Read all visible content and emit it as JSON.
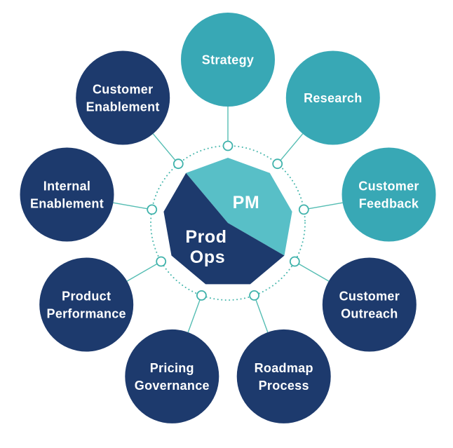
{
  "diagram": {
    "colors": {
      "background": "#ffffff",
      "teal_circle": "#38a8b5",
      "navy_circle": "#1d3a6d",
      "pm_segment": "#58bfc7",
      "prodops_segment": "#1d3a6d",
      "connector": "#55bdb3",
      "ring_dots": "#4bb8ae",
      "node_ring_stroke": "#3fb2ab",
      "node_ring_fill": "#ffffff",
      "label_text": "#ffffff"
    },
    "center": {
      "pm": {
        "label": "PM"
      },
      "prodops": {
        "label": "Prod Ops",
        "lines": [
          "Prod",
          "Ops"
        ]
      }
    },
    "spokes": [
      {
        "id": "strategy",
        "color": "teal",
        "lines": [
          "Strategy"
        ]
      },
      {
        "id": "research",
        "color": "teal",
        "lines": [
          "Research"
        ]
      },
      {
        "id": "customer-feedback",
        "color": "teal",
        "lines": [
          "Customer",
          "Feedback"
        ]
      },
      {
        "id": "customer-outreach",
        "color": "navy",
        "lines": [
          "Customer",
          "Outreach"
        ]
      },
      {
        "id": "roadmap-process",
        "color": "navy",
        "lines": [
          "Roadmap",
          "Process"
        ]
      },
      {
        "id": "pricing-governance",
        "color": "navy",
        "lines": [
          "Pricing",
          "Governance"
        ]
      },
      {
        "id": "product-performance",
        "color": "navy",
        "lines": [
          "Product",
          "Performance"
        ]
      },
      {
        "id": "internal-enablement",
        "color": "navy",
        "lines": [
          "Internal",
          "Enablement"
        ]
      },
      {
        "id": "customer-enablement",
        "color": "navy",
        "lines": [
          "Customer",
          "Enablement"
        ]
      }
    ]
  }
}
